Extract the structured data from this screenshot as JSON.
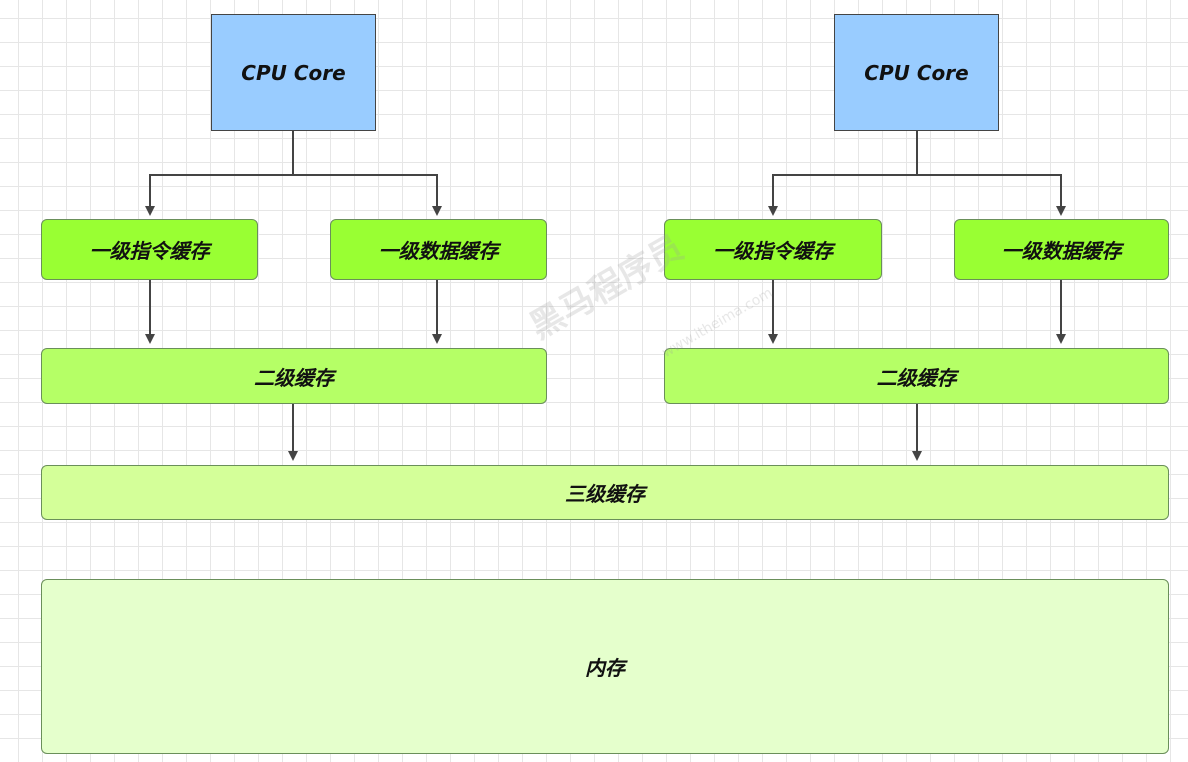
{
  "cpus": [
    {
      "label": "CPU Core"
    },
    {
      "label": "CPU Core"
    }
  ],
  "l1_caches": [
    {
      "label": "一级指令缓存"
    },
    {
      "label": "一级数据缓存"
    },
    {
      "label": "一级指令缓存"
    },
    {
      "label": "一级数据缓存"
    }
  ],
  "l2_caches": [
    {
      "label": "二级缓存"
    },
    {
      "label": "二级缓存"
    }
  ],
  "l3_cache": {
    "label": "三级缓存"
  },
  "memory": {
    "label": "内存"
  },
  "watermark": {
    "text": "黑马程序员",
    "sub": "www.itheima.com"
  },
  "colors": {
    "cpu": "#99ccff",
    "l1": "#99ff33",
    "l2": "#b5ff66",
    "l3": "#d4ff99",
    "memory": "#e5ffcc",
    "connector": "#444444"
  }
}
